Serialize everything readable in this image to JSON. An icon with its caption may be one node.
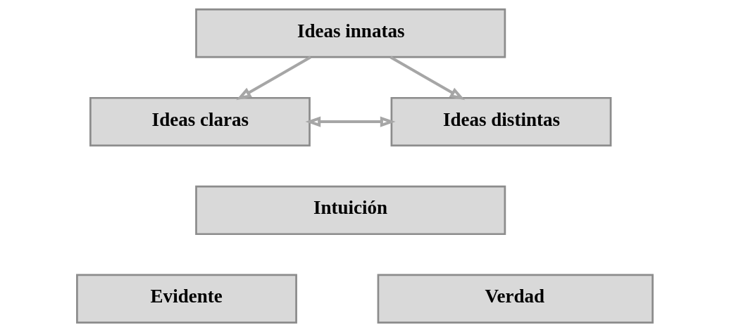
{
  "diagram": {
    "nodes": [
      {
        "text": [
          "Ideas innatas"
        ]
      },
      {
        "text": [
          "Ideas claras"
        ]
      },
      {
        "text": [
          "Ideas distintas"
        ]
      },
      {
        "text": [
          "Intuición"
        ]
      },
      {
        "text": [
          "Evidente"
        ]
      },
      {
        "text": [
          "Verdad"
        ]
      }
    ],
    "edges": [
      {
        "from": 0,
        "to": 1,
        "arrow": "to"
      },
      {
        "from": 0,
        "to": 2,
        "arrow": "to"
      },
      {
        "from": 1,
        "to": 2,
        "arrow": "both"
      }
    ]
  }
}
